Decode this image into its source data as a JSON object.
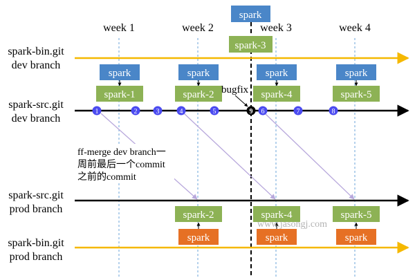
{
  "weeks": [
    "week 1",
    "week 2",
    "week 3",
    "week 4"
  ],
  "lanes": {
    "bin_dev": {
      "line1": "spark-bin.git",
      "line2": "dev branch"
    },
    "src_dev": {
      "line1": "spark-src.git",
      "line2": "dev branch"
    },
    "src_prod": {
      "line1": "spark-src.git",
      "line2": "prod branch"
    },
    "bin_prod": {
      "line1": "spark-bin.git",
      "line2": "prod branch"
    }
  },
  "top_boxes": {
    "spark": "spark",
    "spark3": "spark-3"
  },
  "dev_boxes": {
    "spark": [
      "spark",
      "spark",
      "spark",
      "spark"
    ],
    "src": [
      "spark-1",
      "spark-2",
      "spark-4",
      "spark-5"
    ]
  },
  "commits": [
    "1",
    "2",
    "3",
    "4",
    "5",
    "9",
    "6",
    "7",
    "8"
  ],
  "bugfix_label": "bugfix",
  "annotation": [
    "ff-merge dev branch一",
    "周前最后一个commit",
    "之前的commit"
  ],
  "prod_boxes": {
    "src": [
      "spark-2",
      "spark-4",
      "spark-5"
    ],
    "bin": [
      "spark",
      "spark",
      "spark"
    ]
  },
  "watermark": "www.jasongj.com",
  "colors": {
    "orange_line": "#f5b800",
    "blue_box": "#4a86c8",
    "green_box": "#8db255",
    "orange_box": "#e67024",
    "commit": "#4b4bf0",
    "commit_bugfix": "#000000",
    "merge_arrow": "#b8a8dc",
    "week_dash": "#6aa3d8"
  }
}
